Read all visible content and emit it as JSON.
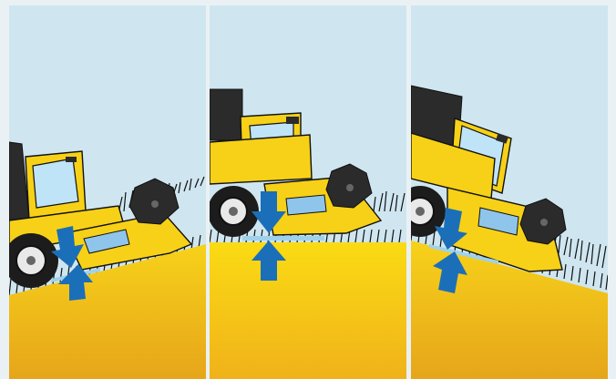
{
  "diagram": {
    "panels": [
      {
        "id": "uphill",
        "terrain": "slope-up",
        "arrows": [
          "down-arrow-icon",
          "up-arrow-icon"
        ]
      },
      {
        "id": "level",
        "terrain": "flat",
        "arrows": [
          "down-arrow-icon",
          "up-arrow-icon"
        ]
      },
      {
        "id": "downhill",
        "terrain": "slope-down",
        "arrows": [
          "down-arrow-icon",
          "up-arrow-icon"
        ]
      }
    ],
    "colors": {
      "sky": "#cfe6f0",
      "field_top": "#f5cc12",
      "field_bottom": "#e8a818",
      "machine_yellow": "#f7d117",
      "machine_dark": "#2b2b2b",
      "arrow_blue": "#1b6fb8",
      "gap_blue": "#9fd2ea",
      "background": "#eaf1f4"
    }
  }
}
